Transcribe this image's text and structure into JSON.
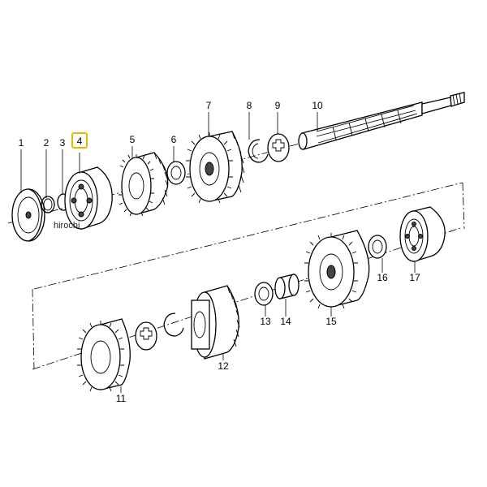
{
  "watermark": "hirochi",
  "highlight_color": "#e6b800",
  "parts": [
    {
      "id": "1",
      "label": "1"
    },
    {
      "id": "2",
      "label": "2"
    },
    {
      "id": "3",
      "label": "3"
    },
    {
      "id": "4",
      "label": "4",
      "highlighted": true
    },
    {
      "id": "5",
      "label": "5"
    },
    {
      "id": "6",
      "label": "6"
    },
    {
      "id": "7",
      "label": "7"
    },
    {
      "id": "8",
      "label": "8"
    },
    {
      "id": "9",
      "label": "9"
    },
    {
      "id": "10",
      "label": "10"
    },
    {
      "id": "11",
      "label": "11"
    },
    {
      "id": "12",
      "label": "12"
    },
    {
      "id": "13",
      "label": "13"
    },
    {
      "id": "14",
      "label": "14"
    },
    {
      "id": "15",
      "label": "15"
    },
    {
      "id": "16",
      "label": "16"
    },
    {
      "id": "17",
      "label": "17"
    }
  ]
}
